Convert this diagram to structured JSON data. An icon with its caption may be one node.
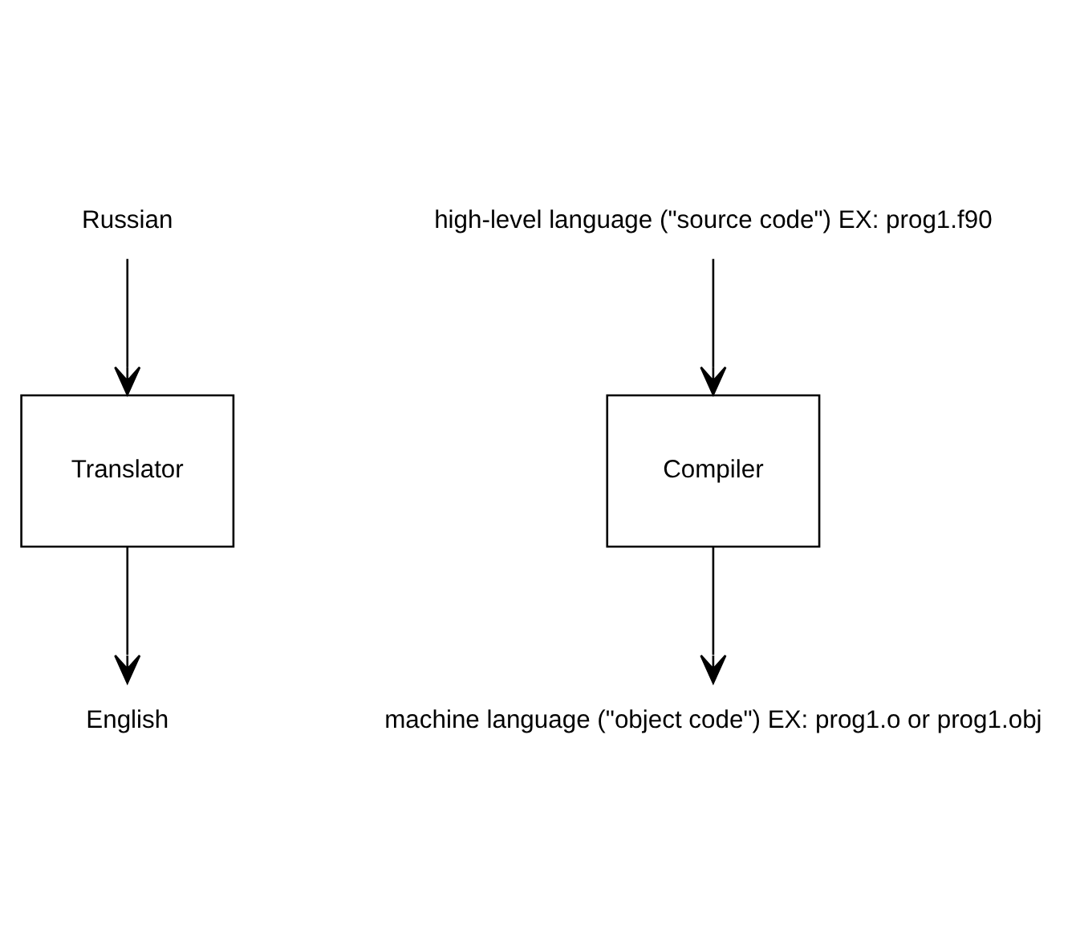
{
  "diagram": {
    "nodes": [
      {
        "text": [
          "Russian"
        ]
      },
      {
        "text": [
          "Translator"
        ]
      },
      {
        "text": [
          "English"
        ]
      },
      {
        "text": [
          "high-level language (\"source code\") EX: prog1.f90"
        ]
      },
      {
        "text": [
          "Compiler"
        ]
      },
      {
        "text": [
          "machine language (\"object code\") EX: prog1.o or prog1.obj"
        ]
      }
    ],
    "edges": [
      {
        "from": 0,
        "to": 1,
        "arrow": "to"
      },
      {
        "from": 1,
        "to": 2,
        "arrow": "to"
      },
      {
        "from": 3,
        "to": 4,
        "arrow": "to"
      },
      {
        "from": 4,
        "to": 5,
        "arrow": "to"
      }
    ]
  }
}
